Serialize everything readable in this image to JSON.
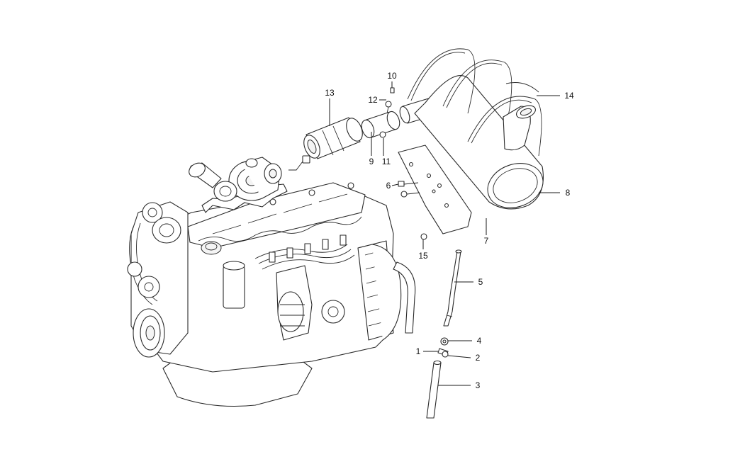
{
  "callouts": [
    {
      "label": "1"
    },
    {
      "label": "2"
    },
    {
      "label": "3"
    },
    {
      "label": "4"
    },
    {
      "label": "5"
    },
    {
      "label": "6"
    },
    {
      "label": "7"
    },
    {
      "label": "8"
    },
    {
      "label": "9"
    },
    {
      "label": "10"
    },
    {
      "label": "11"
    },
    {
      "label": "12"
    },
    {
      "label": "13"
    },
    {
      "label": "14"
    },
    {
      "label": "15"
    }
  ],
  "colors": {
    "line": "#2a2a2a",
    "background": "#ffffff"
  }
}
